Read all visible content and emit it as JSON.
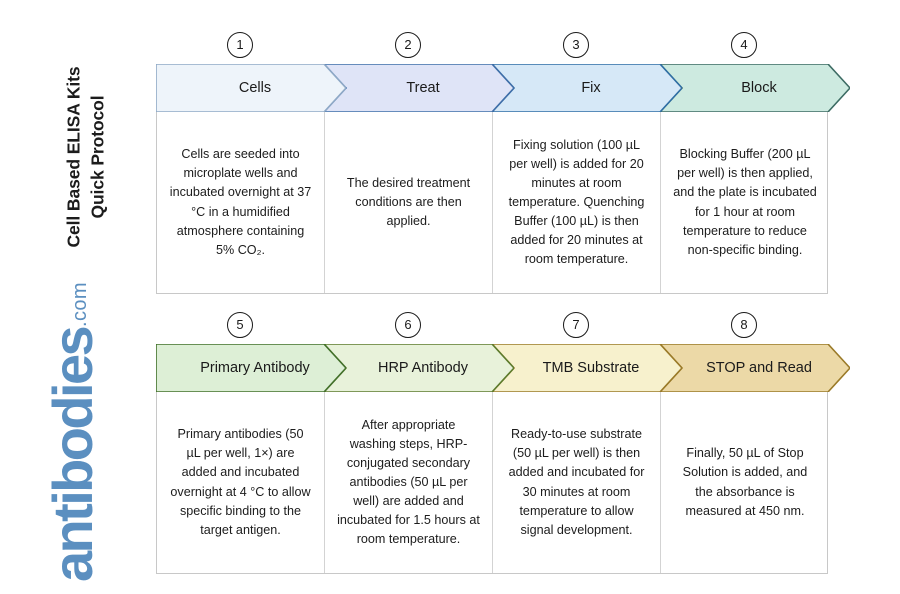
{
  "title": {
    "line1": "Cell Based ELISA Kits",
    "line2": "Quick Protocol"
  },
  "brand": {
    "word": "antibodies",
    "tld": ".com",
    "color": "#5b8fc0"
  },
  "rows": [
    {
      "id": "row-1",
      "steps": [
        {
          "number": "1",
          "label": "Cells",
          "fill": "#eef4fa",
          "stroke": "#8fa9c6",
          "body": "Cells are seeded into microplate wells and incubated overnight at 37 °C in a humidified atmosphere containing 5% CO₂."
        },
        {
          "number": "2",
          "label": "Treat",
          "fill": "#dfe4f7",
          "stroke": "#3f6ea8",
          "body": "The desired treatment conditions are then applied."
        },
        {
          "number": "3",
          "label": "Fix",
          "fill": "#d6e8f7",
          "stroke": "#2f6ea5",
          "body": "Fixing solution (100 µL per well) is added for 20 minutes at room temperature. Quenching Buffer (100 µL) is then added for 20 minutes at room temperature."
        },
        {
          "number": "4",
          "label": "Block",
          "fill": "#cdeae0",
          "stroke": "#3c6b63",
          "body": "Blocking Buffer (200 µL per well) is then applied, and the plate is incubated for 1 hour at room temperature to reduce non-specific binding."
        }
      ]
    },
    {
      "id": "row-2",
      "steps": [
        {
          "number": "5",
          "label": "Primary Antibody",
          "fill": "#ddefd6",
          "stroke": "#42702a",
          "body": "Primary antibodies (50 µL per well, 1×) are added and incubated overnight at 4 °C to allow specific binding to the target antigen."
        },
        {
          "number": "6",
          "label": "HRP Antibody",
          "fill": "#e8f2da",
          "stroke": "#5c7b2c",
          "body": "After appropriate washing steps, HRP-conjugated secondary antibodies (50 µL per well) are added and incubated for 1.5 hours at room temperature."
        },
        {
          "number": "7",
          "label": "TMB Substrate",
          "fill": "#f7f1cd",
          "stroke": "#9a7a28",
          "body": "Ready-to-use substrate (50 µL per well) is then added and incubated for 30 minutes at room temperature to allow signal development."
        },
        {
          "number": "8",
          "label": "STOP and Read",
          "fill": "#ecd9a7",
          "stroke": "#9a7a28",
          "body": "Finally, 50 µL of Stop Solution is added, and the absorbance is measured at 450 nm."
        }
      ]
    }
  ]
}
